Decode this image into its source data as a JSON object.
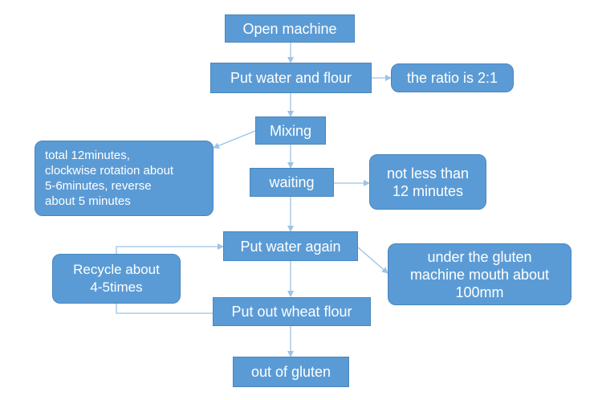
{
  "nodes": {
    "open_machine": "Open machine",
    "put_water_flour": "Put water and flour",
    "ratio": "the ratio is 2:1",
    "mixing": "Mixing",
    "mixing_note": "total 12minutes,\nclockwise rotation about\n5-6minutes, reverse\nabout 5 minutes",
    "waiting": "waiting",
    "waiting_note": "not less than\n12 minutes",
    "put_water_again": "Put water again",
    "water_note": "under the gluten\nmachine mouth about\n100mm",
    "recycle": "Recycle about\n4-5times",
    "put_out_flour": "Put out wheat flour",
    "out_of_gluten": "out of gluten"
  },
  "colors": {
    "box_fill": "#5b9bd5",
    "box_border": "#4a86bd",
    "connector": "#9dc3e6",
    "text": "#ffffff"
  }
}
